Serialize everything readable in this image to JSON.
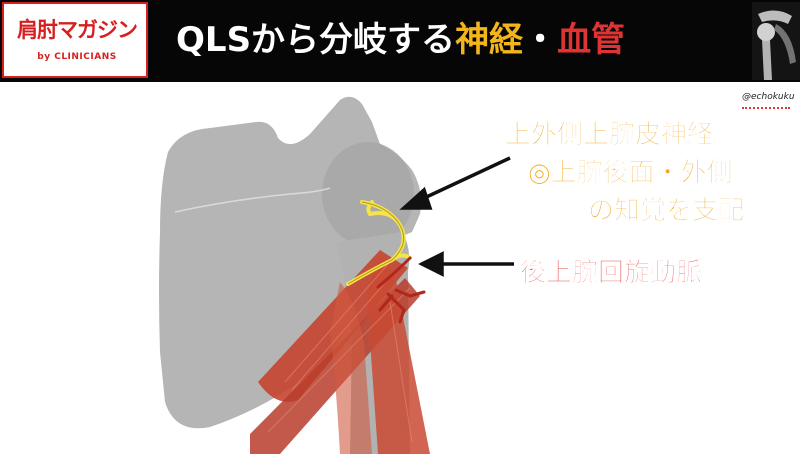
{
  "logo": {
    "main": "肩肘マガジン",
    "sub": "by CLINICIANS"
  },
  "title": {
    "part1": "QLSから分岐する",
    "part2": "神経",
    "sep": "・",
    "part3": "血管"
  },
  "handle": "@echokuku",
  "labels": {
    "nerve": [
      "上外側上腕皮神経",
      "◎上腕後面・外側",
      "の知覚を支配"
    ],
    "artery": "後上腕回旋動脈"
  },
  "colors": {
    "header_bg": "#060606",
    "accent_red": "#e03434",
    "accent_yellow": "#f2b51a",
    "bone": "#b5b5b5",
    "muscle": "#c9412c"
  },
  "icons": [
    "xray-thumbnail-icon"
  ]
}
